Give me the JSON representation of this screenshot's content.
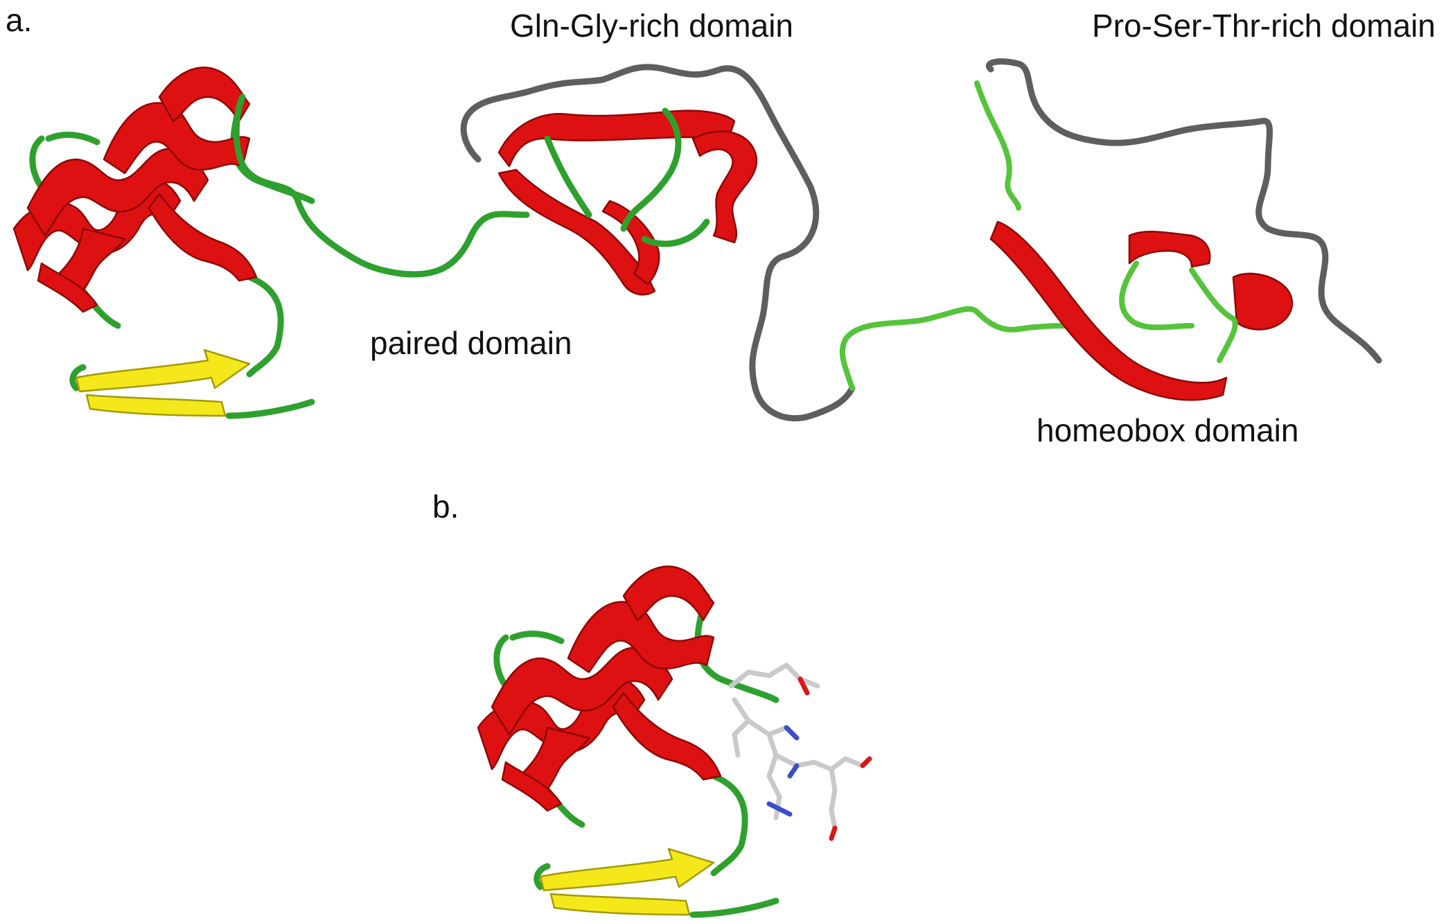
{
  "panels": {
    "a": {
      "label": "a."
    },
    "b": {
      "label": "b."
    }
  },
  "domains": {
    "gln_gly": "Gln-Gly-rich domain",
    "pro_ser_thr": "Pro-Ser-Thr-rich domain",
    "paired": "paired domain",
    "homeobox": "homeobox domain"
  },
  "colors": {
    "helix": "#dd1111",
    "sheet": "#f4e81a",
    "loop": "#2ea02e",
    "linker": "#5e5e5e",
    "ligand_carbon": "#c9c9c9",
    "ligand_nitrogen": "#3c4fc6",
    "ligand_oxygen": "#d61818"
  }
}
